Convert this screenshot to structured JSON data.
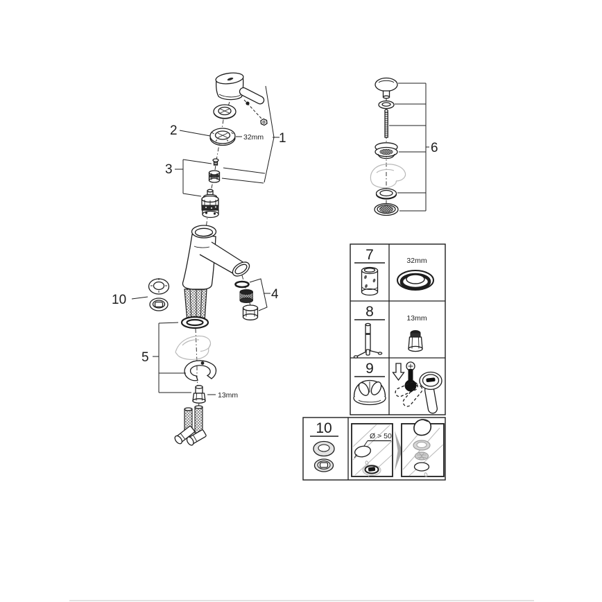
{
  "page": {
    "background": "#ffffff",
    "ink_color": "#1d1d1d",
    "ghost_color": "#b9b9b9",
    "footer_rule_color": "#d9d9d9"
  },
  "callouts": {
    "c1": "1",
    "c2": "2",
    "c3": "3",
    "c4": "4",
    "c5": "5",
    "c6": "6",
    "c10": "10"
  },
  "dimensions": {
    "cap_size": "32mm",
    "nut_size": "13mm"
  },
  "tools_table": {
    "rows": [
      {
        "number": "7",
        "tool_icon": "cartridge-socket-tool",
        "size_label": "32mm",
        "part_icon": "cap-nut-ring"
      },
      {
        "number": "8",
        "tool_icon": "mounting-rod-wrench",
        "size_label": "13mm",
        "part_icon": "hex-mounting-nut"
      },
      {
        "number": "9",
        "tool_icon": "dome-mounting-base",
        "pictograms": [
          "down-arrow-icon",
          "thermometer-icon",
          "lever-handle"
        ]
      }
    ]
  },
  "install_table": {
    "number": "10",
    "left_icon": "trim-rings",
    "hole_diameter_label": "Ø > 50",
    "panels": [
      "sink-hole-top-view",
      "drain-parts-exploded"
    ]
  }
}
